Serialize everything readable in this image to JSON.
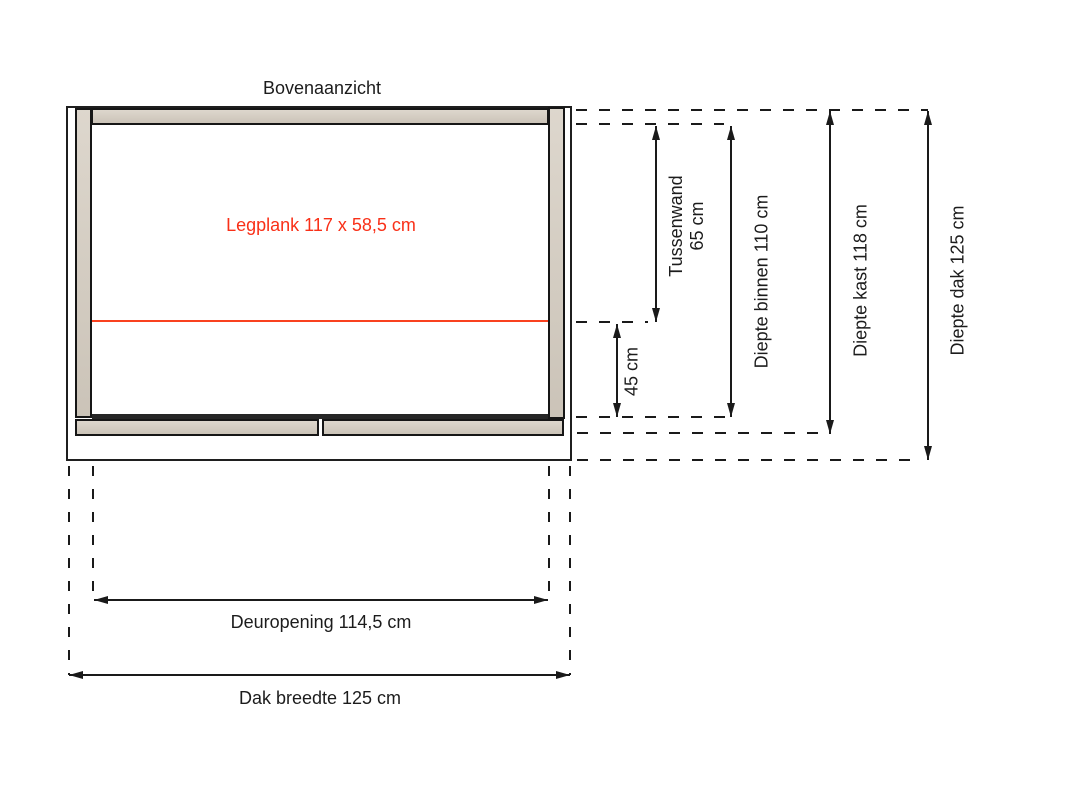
{
  "title": "Bovenaanzicht",
  "shelf": {
    "label": "Legplank 117 x 58,5 cm"
  },
  "dimensions": {
    "tussenwand_line1": "Tussenwand",
    "tussenwand_line2": "65 cm",
    "diepte_binnen": "Diepte binnen 110 cm",
    "diepte_kast": "Diepte kast 118 cm",
    "diepte_dak": "Diepte dak 125 cm",
    "shelf_to_front": "45 cm",
    "deuropening": "Deuropening 114,5 cm",
    "dak_breedte": "Dak breedte 125 cm"
  },
  "colors": {
    "shelf_red": "#f93018",
    "plank_beige": "#d6cec2",
    "line_black": "#1a1a1a"
  }
}
